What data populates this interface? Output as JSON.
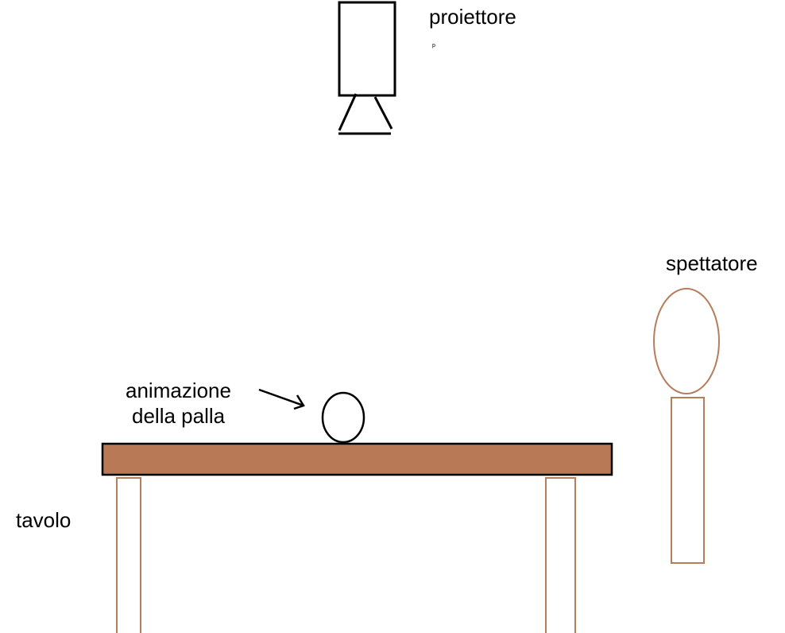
{
  "labels": {
    "projector": "proiettore",
    "projector_note": "p",
    "spectator": "spettatore",
    "ball_line1": "animazione",
    "ball_line2": "della palla",
    "table": "tavolo"
  },
  "colors": {
    "table_fill": "#b87a56",
    "wood_outline": "#b57d5c",
    "ink": "#000000"
  }
}
